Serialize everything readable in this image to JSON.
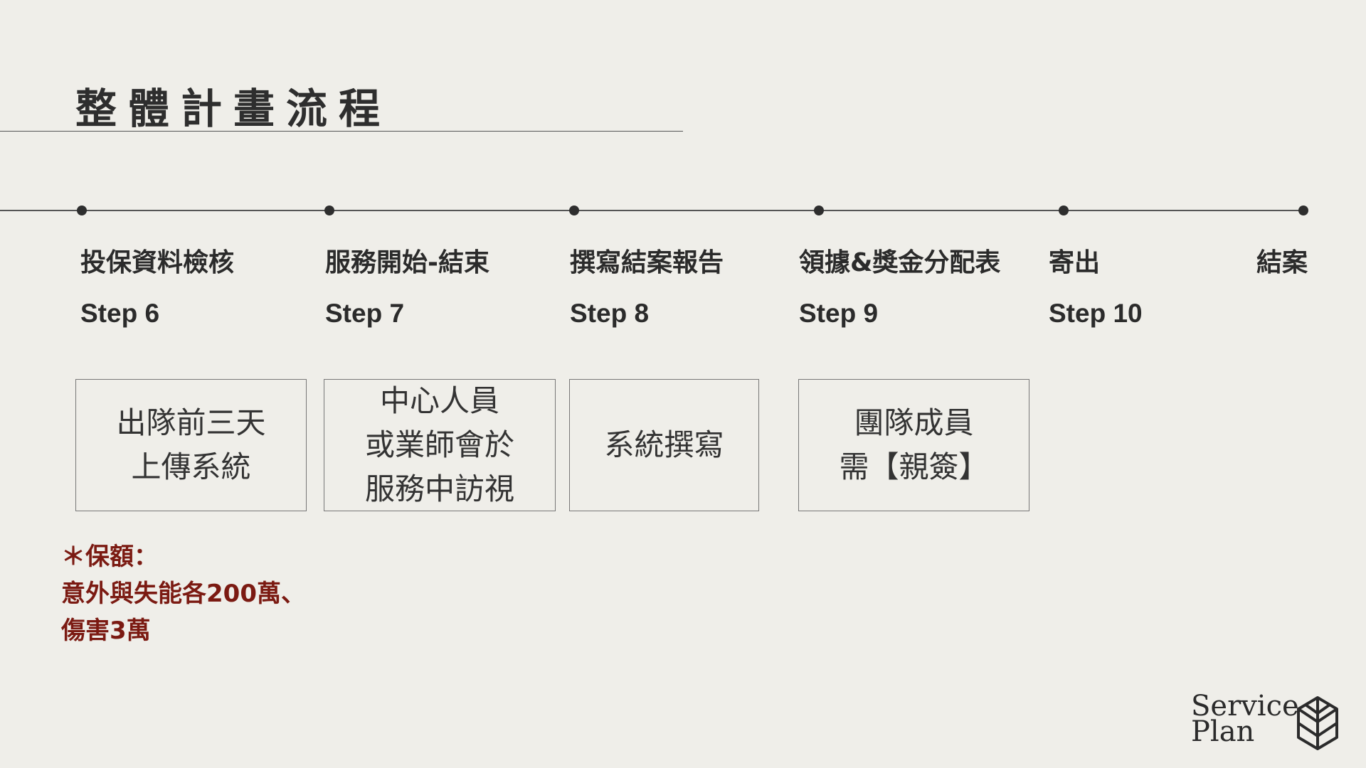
{
  "title": "整體計畫流程",
  "steps": [
    {
      "label": "投保資料檢核",
      "step": "Step 6",
      "box": [
        "出隊前三天",
        "上傳系統"
      ]
    },
    {
      "label": "服務開始-結束",
      "step": "Step 7",
      "box": [
        "中心人員",
        "或業師會於",
        "服務中訪視"
      ]
    },
    {
      "label": "撰寫結案報告",
      "step": "Step 8",
      "box": [
        "系統撰寫"
      ]
    },
    {
      "label": "領據&獎金分配表",
      "step": "Step 9",
      "box": [
        "團隊成員",
        "需【親簽】"
      ]
    },
    {
      "label": "寄出",
      "step": "Step 10"
    },
    {
      "label": "結案"
    }
  ],
  "note": [
    "＊保額：",
    "意外與失能各200萬、",
    "傷害3萬"
  ],
  "logo": {
    "line1": "Service",
    "line2": "Plan"
  }
}
